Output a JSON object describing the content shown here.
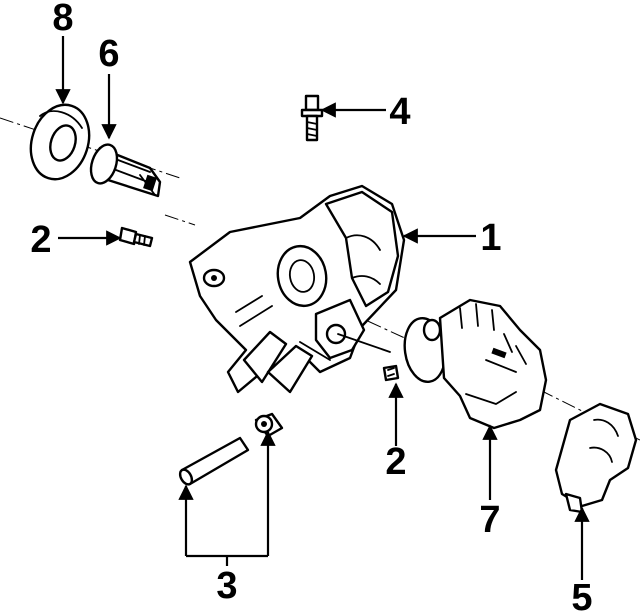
{
  "callouts": [
    {
      "id": "c8",
      "text": "8"
    },
    {
      "id": "c6",
      "text": "6"
    },
    {
      "id": "c4",
      "text": "4"
    },
    {
      "id": "c1",
      "text": "1"
    },
    {
      "id": "c2a",
      "text": "2"
    },
    {
      "id": "c2b",
      "text": "2"
    },
    {
      "id": "c7",
      "text": "7"
    },
    {
      "id": "c3",
      "text": "3"
    },
    {
      "id": "c5",
      "text": "5"
    }
  ]
}
